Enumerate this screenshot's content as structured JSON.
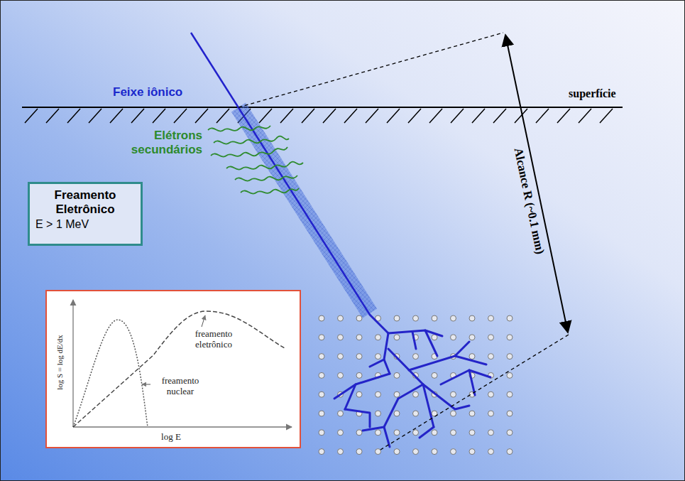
{
  "diagram": {
    "nodes": [
      {
        "text": [
          "Freamento Eletrônico",
          "E > 1 MeV"
        ]
      },
      {
        "text": [
          "freamento eletrônico",
          "freamento nuclear",
          "log E",
          "log S = log dE/dx"
        ]
      }
    ],
    "labels": [
      "Feixe iônico",
      "Elétrons secundários",
      "superfície",
      "Alcance R (~0.1 mm)"
    ]
  }
}
